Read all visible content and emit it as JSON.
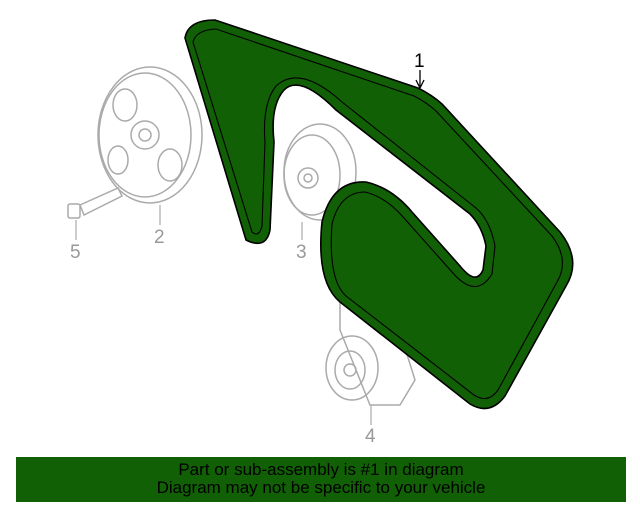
{
  "diagram": {
    "callouts": [
      "1",
      "2",
      "3",
      "4",
      "5"
    ],
    "highlight_color": "#116006",
    "part_color": "#999999"
  },
  "banner": {
    "line1": "Part or sub-assembly is #1 in diagram",
    "line2": "Diagram may not be specific to your vehicle"
  }
}
